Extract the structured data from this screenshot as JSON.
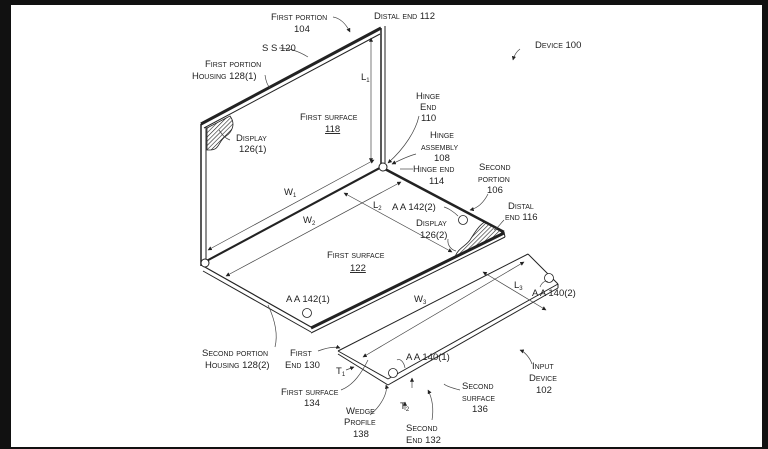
{
  "figure": {
    "device_label": "Device 100",
    "labels": {
      "first_portion": [
        "First portion",
        "104"
      ],
      "distal_end_112": "Distal end 112",
      "ss_120": "S S 120",
      "first_portion_housing": [
        "First portion",
        "Housing 128(1)"
      ],
      "display_126_1": [
        "Display",
        "126(1)"
      ],
      "first_surface_118": [
        "First surface",
        "118"
      ],
      "l1": "L",
      "l1_sub": "1",
      "hinge_end_110": [
        "Hinge",
        "End",
        "110"
      ],
      "hinge_assembly_108": [
        "Hinge",
        "assembly",
        "108"
      ],
      "hinge_end_114": [
        "Hinge end",
        "114"
      ],
      "second_portion_106": [
        "Second",
        "portion",
        "106"
      ],
      "distal_end_116": [
        "Distal",
        "end 116"
      ],
      "aa_142_2": "A A 142(2)",
      "display_126_2": [
        "Display",
        "126(2)"
      ],
      "w1": "W",
      "w1_sub": "1",
      "w2": "W",
      "w2_sub": "2",
      "l2": "L",
      "l2_sub": "2",
      "first_surface_122": [
        "First surface",
        "122"
      ],
      "aa_142_1": "A A 142(1)",
      "second_portion_housing": [
        "Second portion",
        "Housing 128(2)"
      ],
      "first_end_130": [
        "First",
        "End 130"
      ],
      "t1": "T",
      "t1_sub": "1",
      "first_surface_134": [
        "First surface",
        "134"
      ],
      "wedge_profile_138": [
        "Wedge",
        "Profile",
        "138"
      ],
      "t2": "T",
      "t2_sub": "2",
      "second_end_132": [
        "Second",
        "End 132"
      ],
      "second_surface_136": [
        "Second",
        "surface",
        "136"
      ],
      "w3": "W",
      "w3_sub": "3",
      "l3": "L",
      "l3_sub": "3",
      "aa_140_1": "A A 140(1)",
      "aa_140_2": "A A 140(2)",
      "input_device_102": [
        "Input",
        "Device",
        "102"
      ]
    }
  }
}
